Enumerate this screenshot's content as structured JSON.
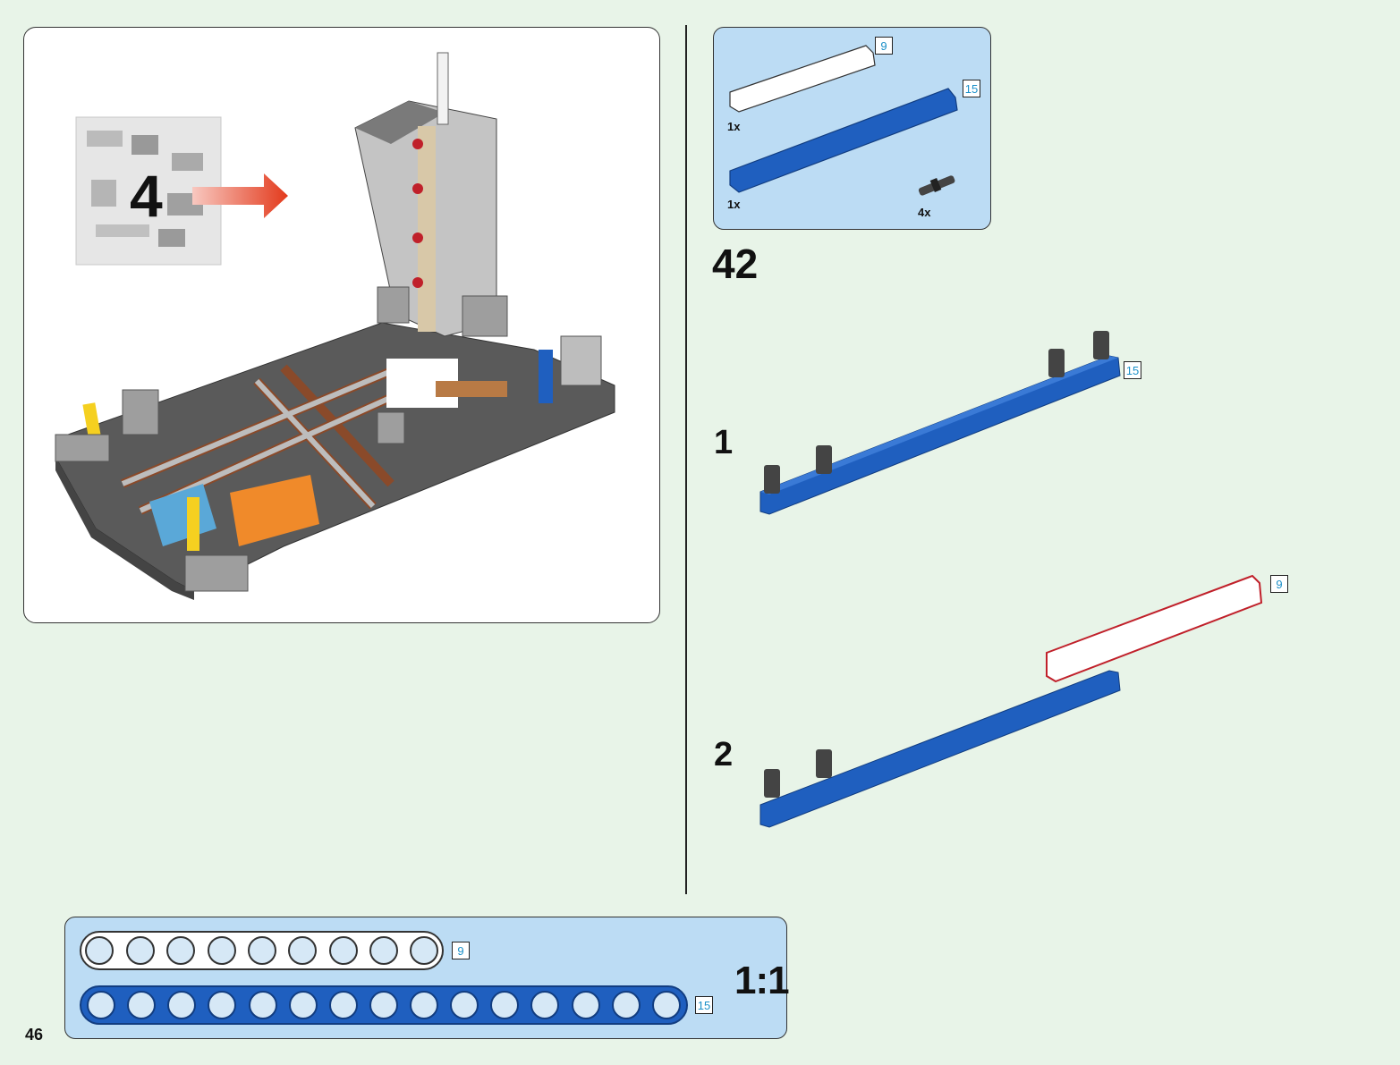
{
  "page_number": "46",
  "overview": {
    "bag_number": "4"
  },
  "parts_list": {
    "items": [
      {
        "quantity": "1x",
        "length": "9",
        "color": "#ffffff",
        "icon": "liftarm-beam-9-icon"
      },
      {
        "quantity": "1x",
        "length": "15",
        "color": "#1f5fbf",
        "icon": "liftarm-beam-15-icon"
      },
      {
        "quantity": "4x",
        "color": "#333333",
        "icon": "friction-pin-icon"
      }
    ]
  },
  "step": {
    "number": "42",
    "substeps": [
      {
        "number": "1",
        "length": "15"
      },
      {
        "number": "2",
        "length": "9"
      }
    ]
  },
  "ruler": {
    "scale": "1:1",
    "beams": [
      {
        "length": "9",
        "holes": 9,
        "color": "#ffffff"
      },
      {
        "length": "15",
        "holes": 15,
        "color": "#1f5fbf"
      }
    ]
  }
}
